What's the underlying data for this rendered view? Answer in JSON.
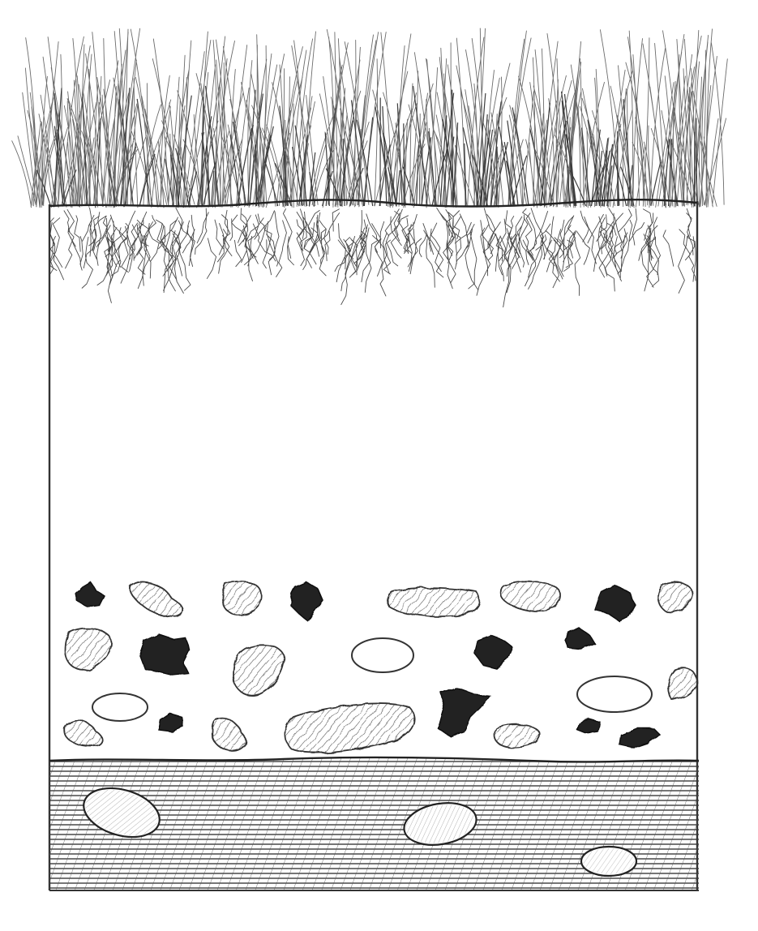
{
  "diagram": {
    "style": "pencil-sketch",
    "subject": "soil-profile-cross-section",
    "colors": {
      "background": "#ffffff",
      "ink": "#3a3a3a",
      "ink_dark": "#1f1f1f",
      "grass": "#6b6b6b",
      "root": "#4a4a4a",
      "dark_clump": "#222222",
      "bedrock_fill": "#cfcfcf"
    },
    "layers": [
      {
        "id": "grass-blades",
        "texture": "vertical-strokes"
      },
      {
        "id": "topsoil-roots",
        "texture": "tangled-roots"
      },
      {
        "id": "subsoil",
        "texture": "blank"
      },
      {
        "id": "gravel-zone",
        "texture": "hatched-and-dark-clumps-and-open-pebbles"
      },
      {
        "id": "bedrock",
        "texture": "horizontal-lines-with-diagonal-hatch-and-embedded-stones"
      }
    ]
  }
}
